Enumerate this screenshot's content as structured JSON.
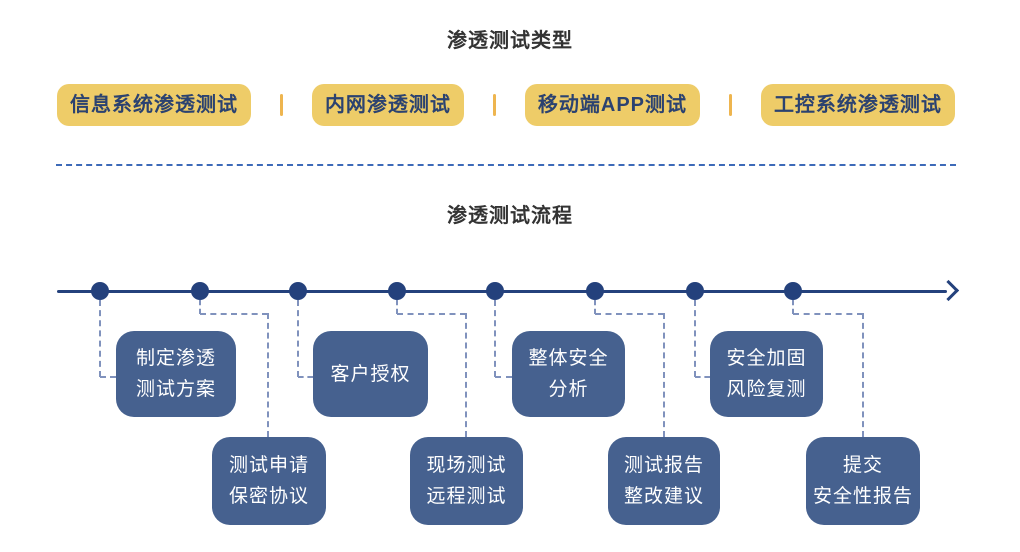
{
  "sections": {
    "types": {
      "title": "渗透测试类型",
      "items": [
        {
          "label": "信息系统渗透测试"
        },
        {
          "label": "内网渗透测试"
        },
        {
          "label": "移动端APP测试"
        },
        {
          "label": "工控系统渗透测试"
        }
      ]
    },
    "process": {
      "title": "渗透测试流程",
      "steps": [
        {
          "lines": [
            "制定渗透",
            "测试方案"
          ],
          "position": "top"
        },
        {
          "lines": [
            "测试申请",
            "保密协议"
          ],
          "position": "bottom"
        },
        {
          "lines": [
            "客户授权"
          ],
          "position": "top"
        },
        {
          "lines": [
            "现场测试",
            "远程测试"
          ],
          "position": "bottom"
        },
        {
          "lines": [
            "整体安全",
            "分析"
          ],
          "position": "top"
        },
        {
          "lines": [
            "测试报告",
            "整改建议"
          ],
          "position": "bottom"
        },
        {
          "lines": [
            "安全加固",
            "风险复测"
          ],
          "position": "top"
        },
        {
          "lines": [
            "提交",
            "安全性报告"
          ],
          "position": "bottom"
        }
      ]
    }
  },
  "colors": {
    "badge_bg": "#eecc68",
    "badge_text": "#2b4270",
    "badge_divider": "#eeb54f",
    "box_bg": "#46618f",
    "box_text": "#ffffff",
    "timeline": "#24417c",
    "connector": "#8092bd",
    "divider_dash": "#3d6ab8",
    "title_text": "#333333"
  }
}
